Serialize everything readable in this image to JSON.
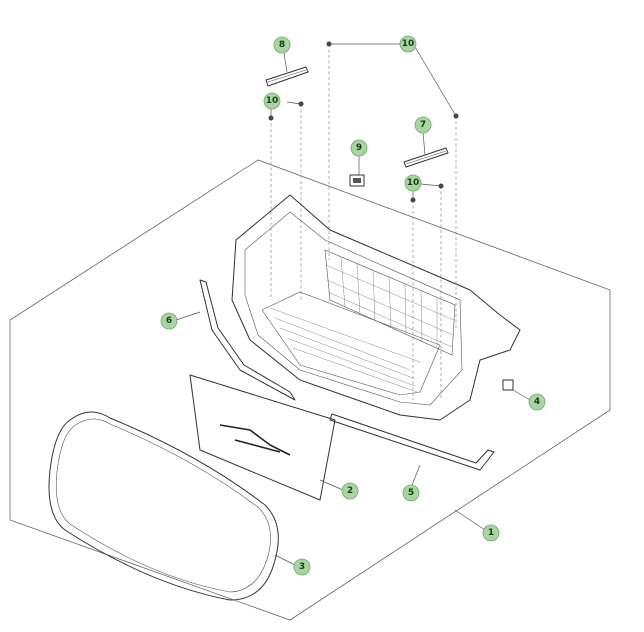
{
  "callouts": [
    {
      "id": "c1",
      "label": "1"
    },
    {
      "id": "c2",
      "label": "2"
    },
    {
      "id": "c3",
      "label": "3"
    },
    {
      "id": "c4",
      "label": "4"
    },
    {
      "id": "c5",
      "label": "5"
    },
    {
      "id": "c6",
      "label": "6"
    },
    {
      "id": "c7",
      "label": "7"
    },
    {
      "id": "c8",
      "label": "8"
    },
    {
      "id": "c9",
      "label": "9"
    },
    {
      "id": "c10a",
      "label": "10"
    },
    {
      "id": "c10b",
      "label": "10"
    },
    {
      "id": "c10c",
      "label": "10"
    }
  ],
  "colors": {
    "callout_fill": "#a8d5a2",
    "callout_stroke": "#6fa86a",
    "line": "#333333"
  }
}
